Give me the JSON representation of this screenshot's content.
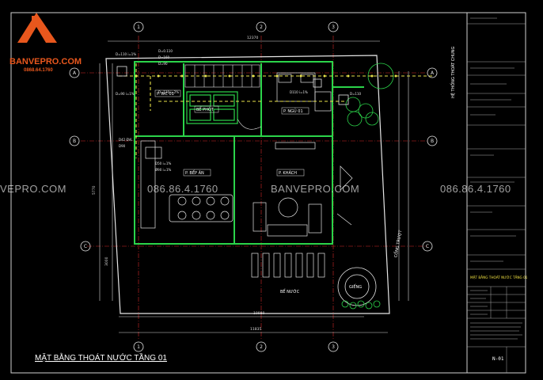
{
  "brand": {
    "name": "BANVEPRO.COM",
    "phone_small": "0868.64.1760"
  },
  "watermark": {
    "site": "BANVEPRO.COM",
    "phone": "086.86.4.1760",
    "site_partial": "VEPRO.COM"
  },
  "drawing": {
    "title": "MẶT BẰNG THOÁT NƯỚC TẦNG 01",
    "rooms": {
      "wc": "P. WC 01",
      "septic": "BỂ PHỐT",
      "bedroom": "P. NGỦ 01",
      "kitchen": "P. BẾP ĂN",
      "living": "P. KHÁCH",
      "pond": "BỂ NƯỚC",
      "well": "GIẾNG",
      "gate": "CỔNG TRƯỢT",
      "vertical_note": "HỆ THỐNG THOÁT CHUNG"
    },
    "grid": {
      "cols": [
        "1",
        "2",
        "3"
      ],
      "rows": [
        "A",
        "B",
        "C"
      ]
    },
    "dims": {
      "top_total": "12370",
      "bottom_inner": "10980",
      "bottom_total": "11835",
      "left_a": "5770",
      "left_b": "3000"
    },
    "pipes": {
      "p1": "D=110 i=1%",
      "p2": "D=90 i=1%",
      "p3": "D110 i=1%",
      "p4": "D=110 i=2%",
      "p5": "D=0.110",
      "p6": "D=160",
      "p7": "D=90",
      "p8": "D42 ĐVL",
      "p9": "D90",
      "p10": "D50 i=1%",
      "p11": "Ø90 i=1%",
      "p12": "D=110"
    }
  },
  "title_block": {
    "sheet": "N-01",
    "drawing_name": "MẶT BẰNG THOÁT NƯỚC TẦNG 01"
  },
  "colors": {
    "brand": "#e8571d",
    "wall": "#2bd44a",
    "pipe": "#e8e24a",
    "grid": "#d32a2a",
    "line": "#e6e6e6"
  }
}
